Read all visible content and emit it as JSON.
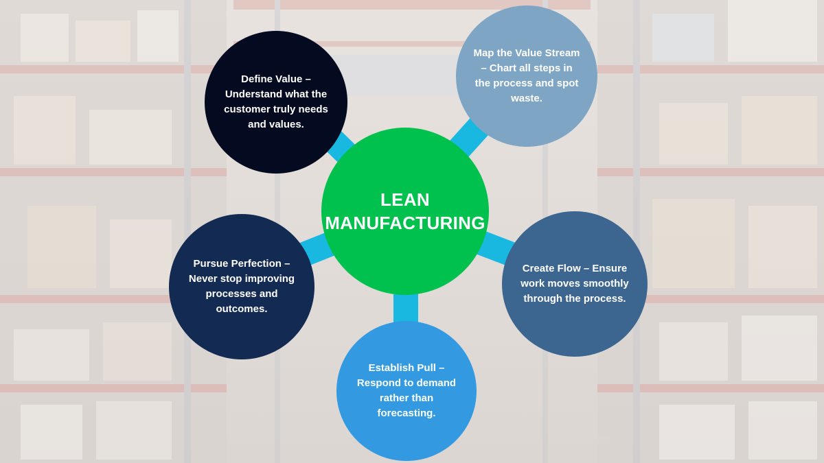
{
  "hub": {
    "title": "LEAN MANUFACTURING"
  },
  "principles": [
    {
      "id": "define",
      "text": "Define Value – Understand what the customer truly needs and values."
    },
    {
      "id": "map",
      "text": "Map the Value Stream – Chart all steps in the process and spot waste."
    },
    {
      "id": "pursue",
      "text": "Pursue Perfection – Never stop improving processes and outcomes."
    },
    {
      "id": "flow",
      "text": "Create Flow – Ensure work moves smoothly through the process."
    },
    {
      "id": "pull",
      "text": "Establish Pull – Respond to demand rather than forecasting."
    }
  ],
  "colors": {
    "hub": "#00c14e",
    "arrow": "#19b8e0",
    "define": "#040a1f",
    "map": "#7ea5c4",
    "pursue": "#132a52",
    "flow": "#3c6590",
    "pull": "#339ae2"
  },
  "background": {
    "scene": "warehouse shelving",
    "tint": "#e9e5e2"
  }
}
